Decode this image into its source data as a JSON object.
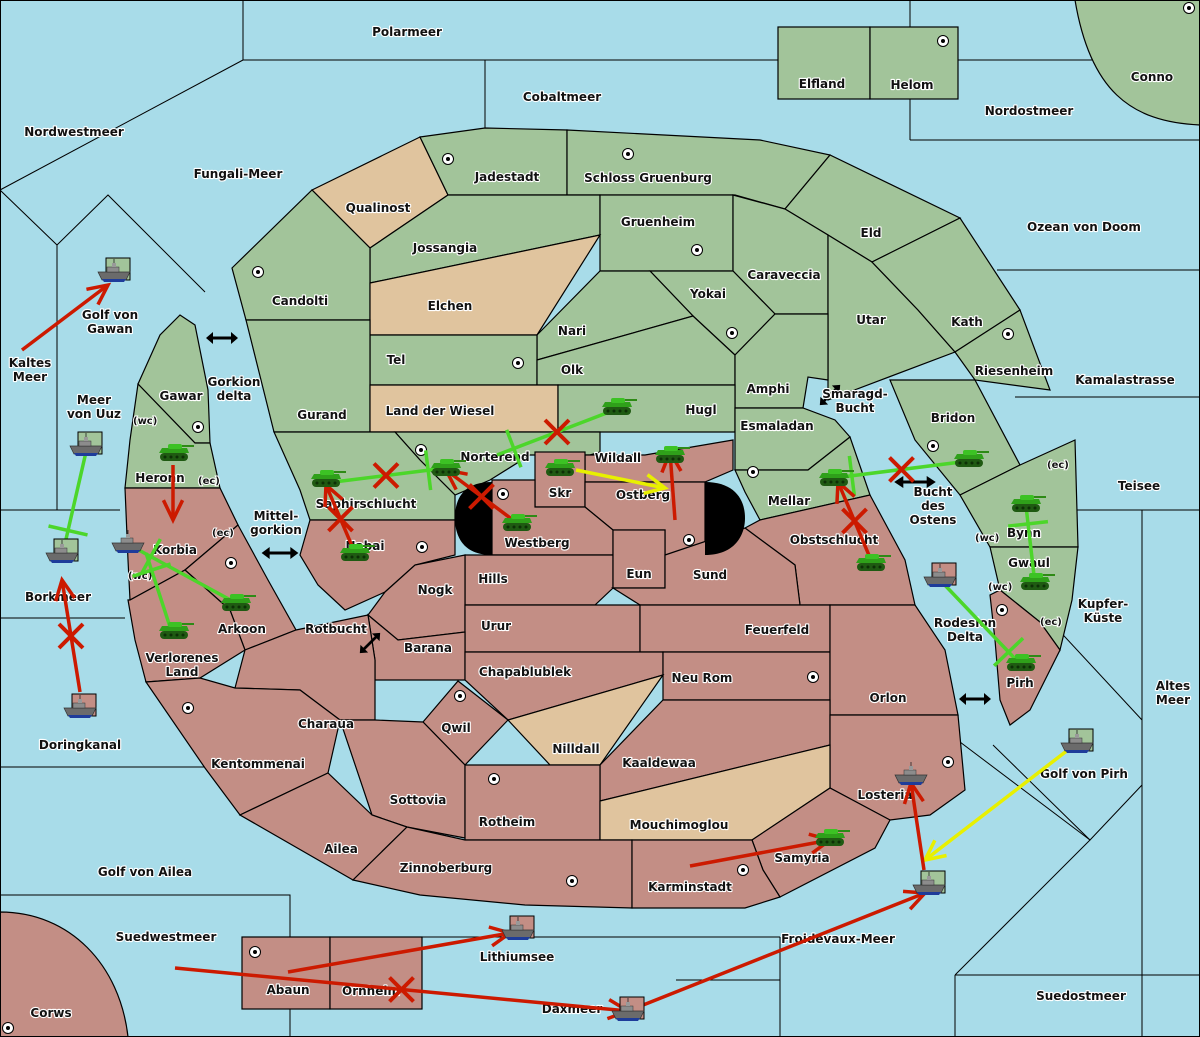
{
  "map": {
    "title": "Diplomacy variant map",
    "colors": {
      "sea": "#a8dce9",
      "green_power": "#a2c49a",
      "red_power": "#c38e85",
      "neutral": "#e0c49e",
      "order_success": "#e8f000",
      "order_green": "#4cd62a",
      "order_red": "#cc1a00",
      "impassable": "#000000"
    }
  },
  "seas": {
    "polarmeer": "Polarmeer",
    "cobaltmeer": "Cobaltmeer",
    "nordwestmeer": "Nordwestmeer",
    "fungali": "Fungali-Meer",
    "nordostmeer": "Nordostmeer",
    "ozean": "Ozean von Doom",
    "golf_gawan": "Golf von\nGawan",
    "kaltes": "Kaltes\nMeer",
    "meer_uuz": "Meer\nvon Uuz",
    "gorkion_delta": "Gorkion\ndelta",
    "mittelgorkion": "Mittel-\ngorkion",
    "rotbucht": "Rotbucht",
    "borkmeer": "Borkmeer",
    "doringkanal": "Doringkanal",
    "golf_ailea": "Golf von Ailea",
    "suedwestmeer": "Suedwestmeer",
    "lithiumsee": "Lithiumsee",
    "daxmeer": "Daxmeer",
    "froidevaux": "Froidevaux-Meer",
    "suedostmeer": "Suedostmeer",
    "golf_pirh": "Golf von Pirh",
    "altes": "Altes\nMeer",
    "kupfer": "Kupfer-\nKüste",
    "teisee": "Teisee",
    "kamala": "Kamalastrasse",
    "smaragd": "Smaragd-\nBucht",
    "bucht_ostens": "Bucht\ndes\nOstens",
    "rodesion": "Rodesion\nDelta"
  },
  "lands": {
    "conno": {
      "name": "Conno",
      "owner": "green",
      "sc": true
    },
    "elfland": {
      "name": "Elfland",
      "owner": "green",
      "sc": false
    },
    "helom": {
      "name": "Helom",
      "owner": "green",
      "sc": true
    },
    "qualinost": {
      "name": "Qualinost",
      "owner": "neutral",
      "sc": false
    },
    "jadestadt": {
      "name": "Jadestadt",
      "owner": "green",
      "sc": true
    },
    "schloss": {
      "name": "Schloss Gruenburg",
      "owner": "green",
      "sc": true
    },
    "jossangia": {
      "name": "Jossangia",
      "owner": "green",
      "sc": false
    },
    "gruenheim": {
      "name": "Gruenheim",
      "owner": "green",
      "sc": true
    },
    "eld": {
      "name": "Eld",
      "owner": "green",
      "sc": false
    },
    "caraveccia": {
      "name": "Caraveccia",
      "owner": "green",
      "sc": false
    },
    "candolti": {
      "name": "Candolti",
      "owner": "green",
      "sc": true
    },
    "elchen": {
      "name": "Elchen",
      "owner": "neutral",
      "sc": false
    },
    "yokai": {
      "name": "Yokai",
      "owner": "green",
      "sc": true
    },
    "utar": {
      "name": "Utar",
      "owner": "green",
      "sc": false
    },
    "kath": {
      "name": "Kath",
      "owner": "green",
      "sc": true
    },
    "nari": {
      "name": "Nari",
      "owner": "green",
      "sc": false
    },
    "tel": {
      "name": "Tel",
      "owner": "green",
      "sc": true
    },
    "olk": {
      "name": "Olk",
      "owner": "green",
      "sc": false
    },
    "riesenheim": {
      "name": "Riesenheim",
      "owner": "green",
      "sc": false
    },
    "amphi": {
      "name": "Amphi",
      "owner": "green",
      "sc": false
    },
    "gawar": {
      "name": "Gawar",
      "owner": "green",
      "sc": true
    },
    "gurand": {
      "name": "Gurand",
      "owner": "green",
      "sc": false
    },
    "land_wiesel": {
      "name": "Land der Wiesel",
      "owner": "neutral",
      "sc": false
    },
    "hugl": {
      "name": "Hugl",
      "owner": "green",
      "sc": false
    },
    "esmaladan": {
      "name": "Esmaladan",
      "owner": "green",
      "sc": false
    },
    "bridon": {
      "name": "Bridon",
      "owner": "green",
      "sc": true
    },
    "heronn": {
      "name": "Heronn",
      "owner": "green",
      "sc": false
    },
    "norterend": {
      "name": "Norterend",
      "owner": "green",
      "sc": true
    },
    "wildall": {
      "name": "Wildall",
      "owner": "red",
      "sc": false
    },
    "skr": {
      "name": "Skr",
      "owner": "red",
      "sc": false
    },
    "ostberg": {
      "name": "Ostberg",
      "owner": "red",
      "sc": false
    },
    "saphirschlucht": {
      "name": "Saphirschlucht",
      "owner": "green",
      "sc": false
    },
    "mellar": {
      "name": "Mellar",
      "owner": "green",
      "sc": true
    },
    "westberg": {
      "name": "Westberg",
      "owner": "red",
      "sc": true
    },
    "bynn": {
      "name": "Bynn",
      "owner": "green",
      "sc": false
    },
    "korbia": {
      "name": "Korbia",
      "owner": "red",
      "sc": true
    },
    "nabai": {
      "name": "Nabai",
      "owner": "red",
      "sc": true
    },
    "obstschlucht": {
      "name": "Obstschlucht",
      "owner": "red",
      "sc": false
    },
    "gwaul": {
      "name": "Gwaul",
      "owner": "green",
      "sc": false
    },
    "hills": {
      "name": "Hills",
      "owner": "red",
      "sc": false
    },
    "eun": {
      "name": "Eun",
      "owner": "red",
      "sc": false
    },
    "sund": {
      "name": "Sund",
      "owner": "red",
      "sc": true
    },
    "nogk": {
      "name": "Nogk",
      "owner": "red",
      "sc": false
    },
    "arkoon": {
      "name": "Arkoon",
      "owner": "red",
      "sc": false
    },
    "urur": {
      "name": "Urur",
      "owner": "red",
      "sc": false
    },
    "feuerfeld": {
      "name": "Feuerfeld",
      "owner": "red",
      "sc": false
    },
    "pirh": {
      "name": "Pirh",
      "owner": "red",
      "sc": true
    },
    "barana": {
      "name": "Barana",
      "owner": "red",
      "sc": false
    },
    "verlorenes": {
      "name": "Verlorenes\nLand",
      "owner": "red",
      "sc": false
    },
    "chapablublek": {
      "name": "Chapablublek",
      "owner": "red",
      "sc": false
    },
    "neu_rom": {
      "name": "Neu Rom",
      "owner": "red",
      "sc": true
    },
    "orlon": {
      "name": "Orlon",
      "owner": "red",
      "sc": false
    },
    "qwil": {
      "name": "Qwil",
      "owner": "red",
      "sc": true
    },
    "charaua": {
      "name": "Charaua",
      "owner": "red",
      "sc": false
    },
    "kentommenai": {
      "name": "Kentommenai",
      "owner": "red",
      "sc": true
    },
    "nilldall": {
      "name": "Nilldall",
      "owner": "neutral",
      "sc": false
    },
    "kaaldewaa": {
      "name": "Kaaldewaa",
      "owner": "red",
      "sc": false
    },
    "losteria": {
      "name": "Losteria",
      "owner": "red",
      "sc": true
    },
    "sottovia": {
      "name": "Sottovia",
      "owner": "red",
      "sc": false
    },
    "rotheim": {
      "name": "Rotheim",
      "owner": "red",
      "sc": true
    },
    "mouchimoglou": {
      "name": "Mouchimoglou",
      "owner": "neutral",
      "sc": false
    },
    "ailea": {
      "name": "Ailea",
      "owner": "red",
      "sc": false
    },
    "samyria": {
      "name": "Samyria",
      "owner": "red",
      "sc": false
    },
    "zinnoberburg": {
      "name": "Zinnoberburg",
      "owner": "red",
      "sc": true
    },
    "karminstadt": {
      "name": "Karminstadt",
      "owner": "red",
      "sc": true
    },
    "abaun": {
      "name": "Abaun",
      "owner": "red",
      "sc": true
    },
    "ornheim": {
      "name": "Ornheim",
      "owner": "red",
      "sc": false
    },
    "corws": {
      "name": "Corws",
      "owner": "red",
      "sc": true
    }
  },
  "coast_tags": {
    "wc": "(wc)",
    "ec": "(ec)"
  },
  "units": [
    {
      "type": "fleet",
      "power": "green",
      "location": "Golf von Gawan"
    },
    {
      "type": "fleet",
      "power": "green",
      "location": "Meer von Uuz"
    },
    {
      "type": "fleet",
      "power": "green",
      "location": "Borkmeer"
    },
    {
      "type": "fleet",
      "power": "red",
      "location": "Doringkanal"
    },
    {
      "type": "army",
      "power": "green",
      "location": "Heronn"
    },
    {
      "type": "fleet",
      "power": "red",
      "location": "Korbia (wc)"
    },
    {
      "type": "army",
      "power": "green",
      "location": "Arkoon"
    },
    {
      "type": "army",
      "power": "green",
      "location": "Verlorenes Land"
    },
    {
      "type": "army",
      "power": "green",
      "location": "Saphirschlucht"
    },
    {
      "type": "army",
      "power": "green",
      "location": "Nabai"
    },
    {
      "type": "army",
      "power": "green",
      "location": "Norterend"
    },
    {
      "type": "army",
      "power": "green",
      "location": "Westberg"
    },
    {
      "type": "army",
      "power": "green",
      "location": "Hugl"
    },
    {
      "type": "army",
      "power": "green",
      "location": "Skr"
    },
    {
      "type": "army",
      "power": "green",
      "location": "Ostberg"
    },
    {
      "type": "army",
      "power": "green",
      "location": "Mellar"
    },
    {
      "type": "army",
      "power": "green",
      "location": "Bridon"
    },
    {
      "type": "army",
      "power": "green",
      "location": "Obstschlucht"
    },
    {
      "type": "army",
      "power": "green",
      "location": "Bynn"
    },
    {
      "type": "army",
      "power": "green",
      "location": "Gwaul"
    },
    {
      "type": "fleet",
      "power": "red",
      "location": "Bucht des Ostens"
    },
    {
      "type": "army",
      "power": "green",
      "location": "Pirh"
    },
    {
      "type": "fleet",
      "power": "green",
      "location": "Golf von Pirh"
    },
    {
      "type": "fleet",
      "power": "red",
      "location": "Losteria"
    },
    {
      "type": "army",
      "power": "green",
      "location": "Samyria"
    },
    {
      "type": "fleet",
      "power": "green",
      "location": "Froidevaux-Meer"
    },
    {
      "type": "fleet",
      "power": "red",
      "location": "Lithiumsee"
    },
    {
      "type": "fleet",
      "power": "red",
      "location": "Daxmeer"
    }
  ],
  "orders": [
    {
      "from": "Kaltes Meer",
      "to": "Golf von Gawan",
      "color": "red",
      "kind": "move",
      "failed": false
    },
    {
      "from": "Meer von Uuz",
      "to": "Borkmeer",
      "color": "green",
      "kind": "support",
      "failed": false
    },
    {
      "from": "Doringkanal",
      "to": "Borkmeer",
      "color": "red",
      "kind": "move",
      "failed": true
    },
    {
      "from": "Heronn",
      "to": "Korbia",
      "color": "red",
      "kind": "move",
      "failed": false
    },
    {
      "from": "Verlorenes Land",
      "to": "Korbia",
      "color": "green",
      "kind": "support",
      "failed": false
    },
    {
      "from": "Arkoon",
      "to": "Korbia",
      "color": "green",
      "kind": "support",
      "failed": false
    },
    {
      "from": "Nabai",
      "to": "Saphirschlucht",
      "color": "red",
      "kind": "move",
      "failed": true
    },
    {
      "from": "Saphirschlucht",
      "to": "Norterend",
      "color": "green",
      "kind": "support",
      "failed": true
    },
    {
      "from": "Westberg",
      "to": "Norterend",
      "color": "red",
      "kind": "move",
      "failed": true
    },
    {
      "from": "Hugl",
      "to": "Norterend",
      "color": "green",
      "kind": "support",
      "failed": true
    },
    {
      "from": "Skr",
      "to": "Wildall",
      "color": "yellow",
      "kind": "move",
      "failed": false
    },
    {
      "from": "Sund",
      "to": "Ostberg",
      "color": "red",
      "kind": "move",
      "failed": false
    },
    {
      "from": "Bridon",
      "to": "Mellar",
      "color": "green",
      "kind": "support",
      "failed": true
    },
    {
      "from": "Obstschlucht",
      "to": "Mellar",
      "color": "red",
      "kind": "move",
      "failed": true
    },
    {
      "from": "Gwaul",
      "to": "Bynn",
      "color": "green",
      "kind": "support",
      "failed": false
    },
    {
      "from": "Bucht des Ostens",
      "to": "Pirh",
      "color": "green",
      "kind": "support",
      "failed": false
    },
    {
      "from": "Golf von Pirh",
      "to": "Froidevaux-Meer",
      "color": "yellow",
      "kind": "move",
      "failed": false
    },
    {
      "from": "Froidevaux-Meer",
      "to": "Losteria",
      "color": "red",
      "kind": "move",
      "failed": false
    },
    {
      "from": "Karminstadt",
      "to": "Samyria",
      "color": "red",
      "kind": "move",
      "failed": false
    },
    {
      "from": "Daxmeer",
      "to": "Froidevaux-Meer",
      "color": "red",
      "kind": "move",
      "failed": false
    },
    {
      "from": "Abaun",
      "to": "Lithiumsee",
      "color": "red",
      "kind": "move",
      "failed": false
    },
    {
      "from": "Suedwestmeer",
      "to": "Daxmeer",
      "color": "red",
      "kind": "move",
      "failed": true
    }
  ]
}
